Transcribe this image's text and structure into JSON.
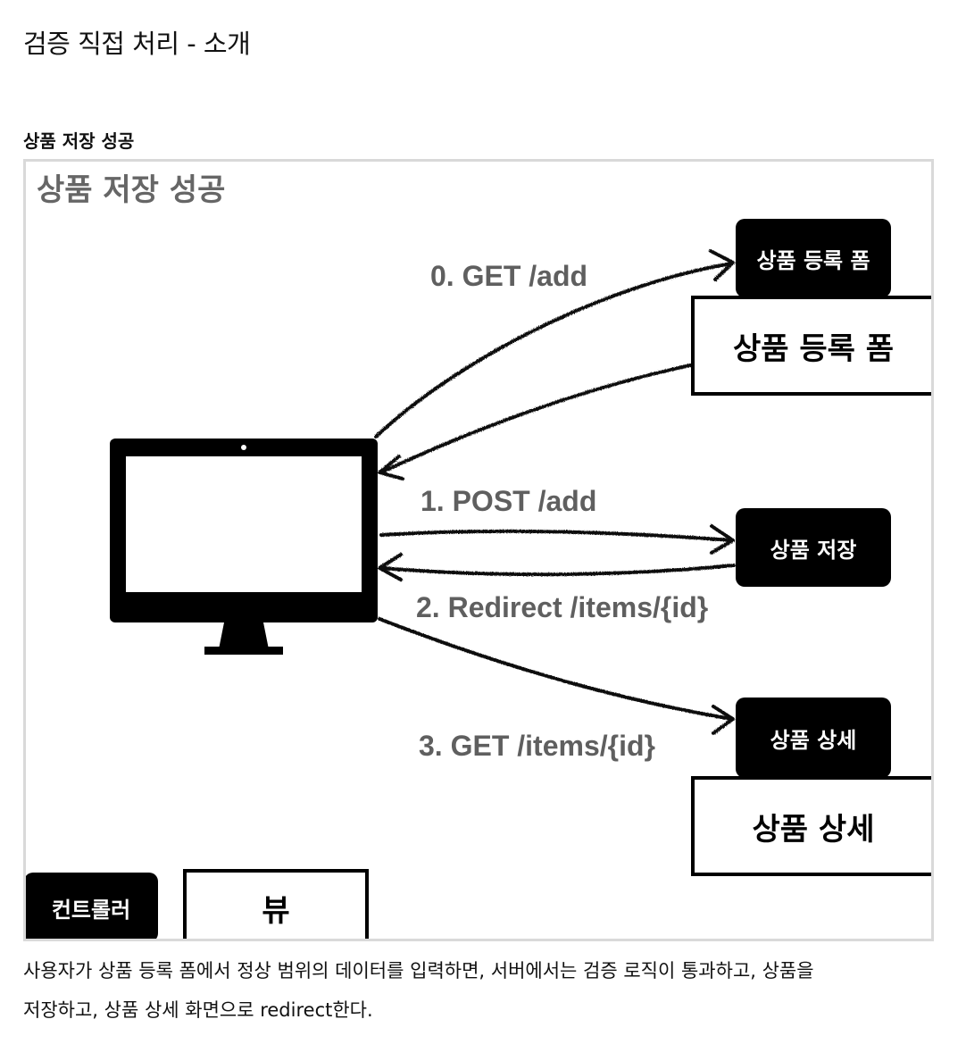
{
  "page_title": "검증 직접 처리 - 소개",
  "section_heading": "상품 저장 성공",
  "figure": {
    "title": "상품 저장 성공",
    "steps": {
      "step0": "0. GET /add",
      "step1": "1. POST /add",
      "step2": "2. Redirect /items/{id}",
      "step3": "3. GET /items/{id}"
    },
    "controllers": {
      "add_form": "상품 등록 폼",
      "save": "상품 저장",
      "detail": "상품 상세"
    },
    "views": {
      "add_form": "상품 등록 폼",
      "detail": "상품 상세"
    },
    "legend": {
      "controller": "컨트롤러",
      "view": "뷰"
    }
  },
  "description": {
    "line1": "사용자가 상품 등록 폼에서 정상 범위의 데이터를 입력하면, 서버에서는 검증 로직이 통과하고, 상품을",
    "line2": "저장하고, 상품 상세 화면으로 redirect한다."
  }
}
